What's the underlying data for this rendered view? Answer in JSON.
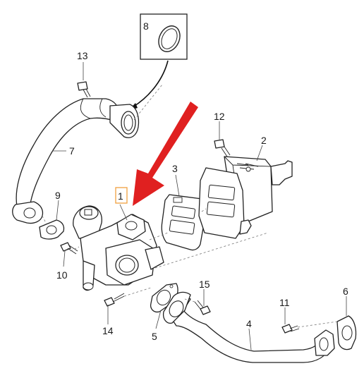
{
  "callouts": [
    {
      "id": "c1",
      "text": "1"
    },
    {
      "id": "c2",
      "text": "2"
    },
    {
      "id": "c3",
      "text": "3"
    },
    {
      "id": "c4",
      "text": "4"
    },
    {
      "id": "c5",
      "text": "5"
    },
    {
      "id": "c6",
      "text": "6"
    },
    {
      "id": "c7",
      "text": "7"
    },
    {
      "id": "c8",
      "text": "8"
    },
    {
      "id": "c9",
      "text": "9"
    },
    {
      "id": "c10",
      "text": "10"
    },
    {
      "id": "c11",
      "text": "11"
    },
    {
      "id": "c12",
      "text": "12"
    },
    {
      "id": "c13",
      "text": "13"
    },
    {
      "id": "c14",
      "text": "14"
    },
    {
      "id": "c15",
      "text": "15"
    }
  ],
  "colors": {
    "arrow": "#e02020",
    "highlight_box": "#f0a040",
    "line": "#222222"
  }
}
